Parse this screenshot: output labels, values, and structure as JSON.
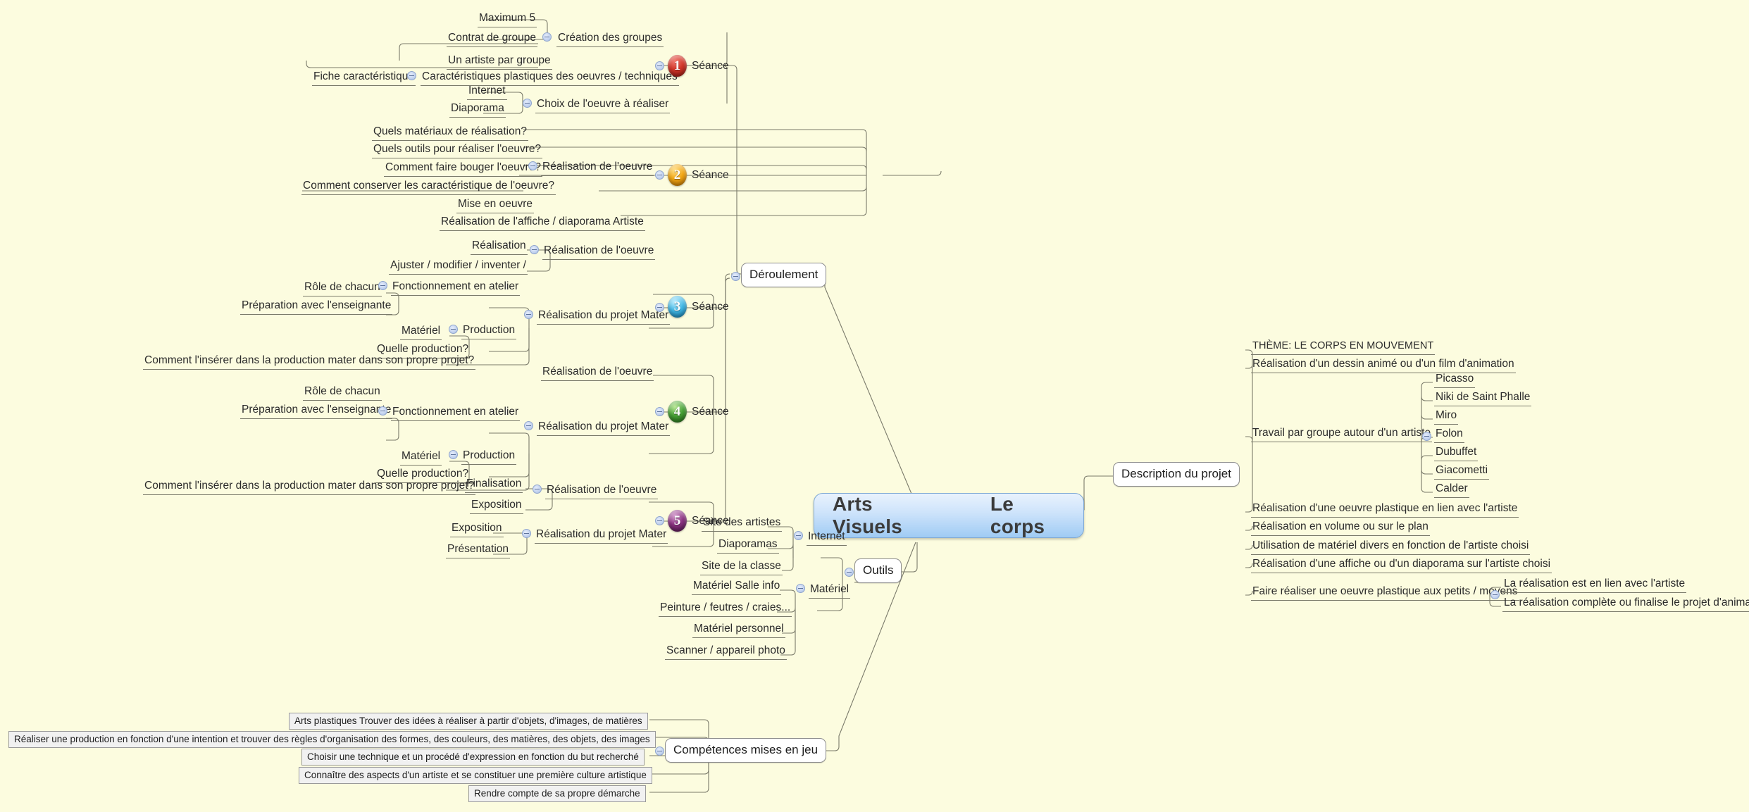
{
  "root": {
    "left_text": "Arts Visuels",
    "right_text": "Le corps",
    "fill": "#9fcbf4"
  },
  "main_topics": {
    "deroulement": "Déroulement",
    "outils": "Outils",
    "description": "Description du projet",
    "competences": "Compétences mises en jeu"
  },
  "seances": [
    {
      "number": "1",
      "label": "Séance",
      "color": "#c1271d",
      "branches": [
        {
          "title": "Création des groupes",
          "children": [
            "Maximum 5",
            "Contrat de groupe"
          ]
        },
        {
          "title": "Caractéristiques plastiques des oeuvres / techniques",
          "children": [
            "Un artiste par groupe",
            "Fiche caractéristique"
          ]
        },
        {
          "title": "Choix de l'oeuvre à réaliser",
          "children": [
            "Internet",
            "Diaporama"
          ]
        }
      ]
    },
    {
      "number": "2",
      "label": "Séance",
      "color": "#f0a81b",
      "branches": [
        {
          "title": "Réalisation de l'oeuvre",
          "children": [
            "Quels matériaux de réalisation?",
            "Quels outils pour réaliser l'oeuvre?",
            "Comment faire bouger l'oeuvre?",
            "Comment conserver les caractéristique de l'oeuvre?",
            "Mise en oeuvre",
            "Réalisation de l'affiche / diaporama Artiste"
          ]
        }
      ]
    },
    {
      "number": "3",
      "label": "Séance",
      "color": "#3ab5e0",
      "branches": [
        {
          "title": "Réalisation de l'oeuvre",
          "children": [
            "Réalisation",
            "Ajuster / modifier / inventer /"
          ]
        },
        {
          "title": "Réalisation du projet Mater",
          "children": []
        },
        {
          "title": "Fonctionnement en atelier",
          "children": [
            "Rôle de chacun",
            "Préparation avec l'enseignante"
          ]
        },
        {
          "title": "Production",
          "children": [
            "Matériel",
            "Quelle production?"
          ]
        },
        {
          "title": "Comment l'insérer dans la production mater dans son propre projet?",
          "children": []
        }
      ]
    },
    {
      "number": "4",
      "label": "Séance",
      "color": "#3f9935",
      "branches": [
        {
          "title": "Réalisation de l'oeuvre",
          "children": []
        },
        {
          "title": "Réalisation du projet Mater",
          "children": []
        },
        {
          "title": "Fonctionnement en atelier",
          "children": [
            "Rôle de chacun",
            "Préparation avec l'enseignante"
          ]
        },
        {
          "title": "Production",
          "children": [
            "Matériel",
            "Quelle production?"
          ]
        },
        {
          "title": "Comment l'insérer dans la production mater dans son propre projet?",
          "children": []
        }
      ]
    },
    {
      "number": "5",
      "label": "Séance",
      "color": "#7b2a6e",
      "branches": [
        {
          "title": "Réalisation de l'oeuvre",
          "children": [
            "Finalisation",
            "Exposition"
          ]
        },
        {
          "title": "Réalisation du projet Mater",
          "children": [
            "Exposition",
            "Présentation"
          ]
        }
      ]
    }
  ],
  "outils": {
    "internet": {
      "title": "Internet",
      "children": [
        "Site des artistes",
        "Diaporamas",
        "Site de la classe"
      ]
    },
    "materiel": {
      "title": "Matériel",
      "children": [
        "Matériel Salle info",
        "Peinture / feutres / craies...",
        "Matériel personnel",
        "Scanner / appareil photo"
      ]
    }
  },
  "description": {
    "theme": "THÈME: LE CORPS EN MOUVEMENT",
    "items": [
      "Réalisation d'un dessin animé ou d'un film d'animation",
      "Réalisation d'une oeuvre plastique en lien avec l'artiste",
      "Réalisation en volume ou sur le plan",
      "Utilisation de matériel divers en fonction de l'artiste choisi",
      "Réalisation d'une affiche ou d'un diaporama sur l'artiste choisi"
    ],
    "artists_branch": "Travail par groupe autour d'un artiste",
    "artists": [
      "Picasso",
      "Niki de Saint Phalle",
      "Miro",
      "Folon",
      "Dubuffet",
      "Giacometti",
      "Calder"
    ],
    "petits_branch": "Faire réaliser une oeuvre plastique aux petits / moyens",
    "petits_children": [
      "La réalisation est en lien avec l'artiste",
      "La réalisation complète ou finalise le projet d'animation"
    ]
  },
  "competences": [
    "Arts plastiques  Trouver des idées à réaliser à partir d'objets, d'images, de matières",
    "Réaliser une production en fonction d'une intention et trouver des règles d'organisation des formes, des couleurs, des matières, des objets, des images",
    "Choisir une technique et un procédé d'expression en fonction du but recherché",
    "Connaître des aspects d'un artiste et se constituer une première culture artistique",
    "Rendre compte de sa propre démarche"
  ]
}
